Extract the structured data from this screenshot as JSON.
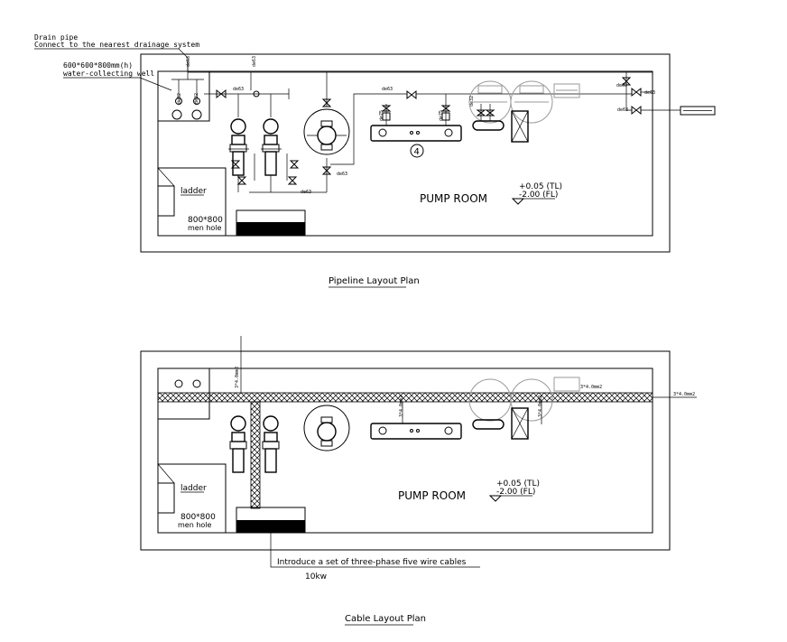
{
  "top": {
    "drain_label_1": "Drain pipe",
    "drain_label_2": "Connect to the nearest drainage system",
    "well_label_1": "600*600*800mm(h)",
    "well_label_2": "water-collecting well",
    "ladder": "ladder",
    "manhole_1": "800*800",
    "manhole_2": "men hole",
    "room": "PUMP ROOM",
    "level_1": "+0.05 (TL)",
    "level_2": "-2.00 (FL)",
    "marker": "4",
    "caption": "Pipeline Layout Plan"
  },
  "bottom": {
    "ladder": "ladder",
    "manhole_1": "800*800",
    "manhole_2": "men hole",
    "room": "PUMP ROOM",
    "level_1": "+0.05 (TL)",
    "level_2": "-2.00 (FL)",
    "cable_note": "Introduce a set of three-phase five wire cables",
    "power": "10kw",
    "caption": "Cable Layout Plan"
  }
}
